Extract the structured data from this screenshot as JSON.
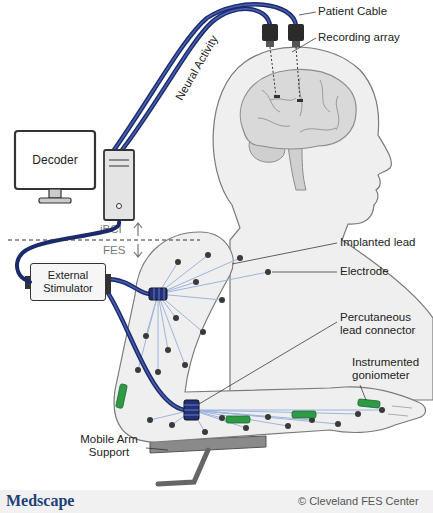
{
  "diagram": {
    "nodes": [
      {
        "text": [
          "Decoder"
        ]
      },
      {
        "text": [
          "External Stimulator"
        ]
      }
    ],
    "edges": [
      {
        "from": 0,
        "to": 1,
        "arrow": "none"
      }
    ],
    "labels": [
      "Patient Cable",
      "Recording array",
      "Neural Activity",
      "iBCI",
      "FES",
      "Implanted lead",
      "Electrode",
      "Percutaneous lead connector",
      "Instrumented goniometer",
      "Mobile Arm Support",
      "Medscape",
      "© Cleveland FES Center"
    ]
  }
}
